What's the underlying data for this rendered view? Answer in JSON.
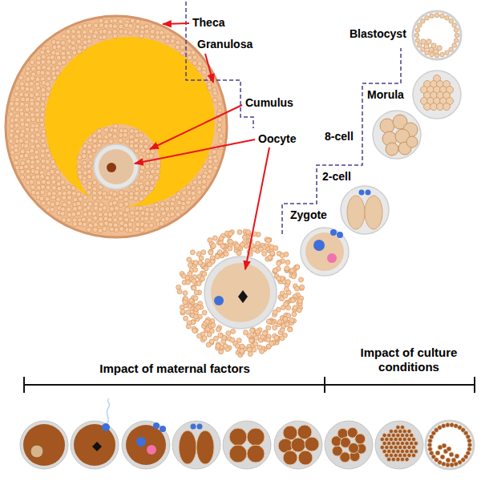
{
  "diagram": {
    "labels": [
      "Theca",
      "Granulosa",
      "Cumulus",
      "Oocyte",
      "Zygote",
      "2-cell",
      "8-cell",
      "Morula",
      "Blastocyst",
      "Impact of maternal factors",
      "Impact of culture conditions"
    ]
  }
}
